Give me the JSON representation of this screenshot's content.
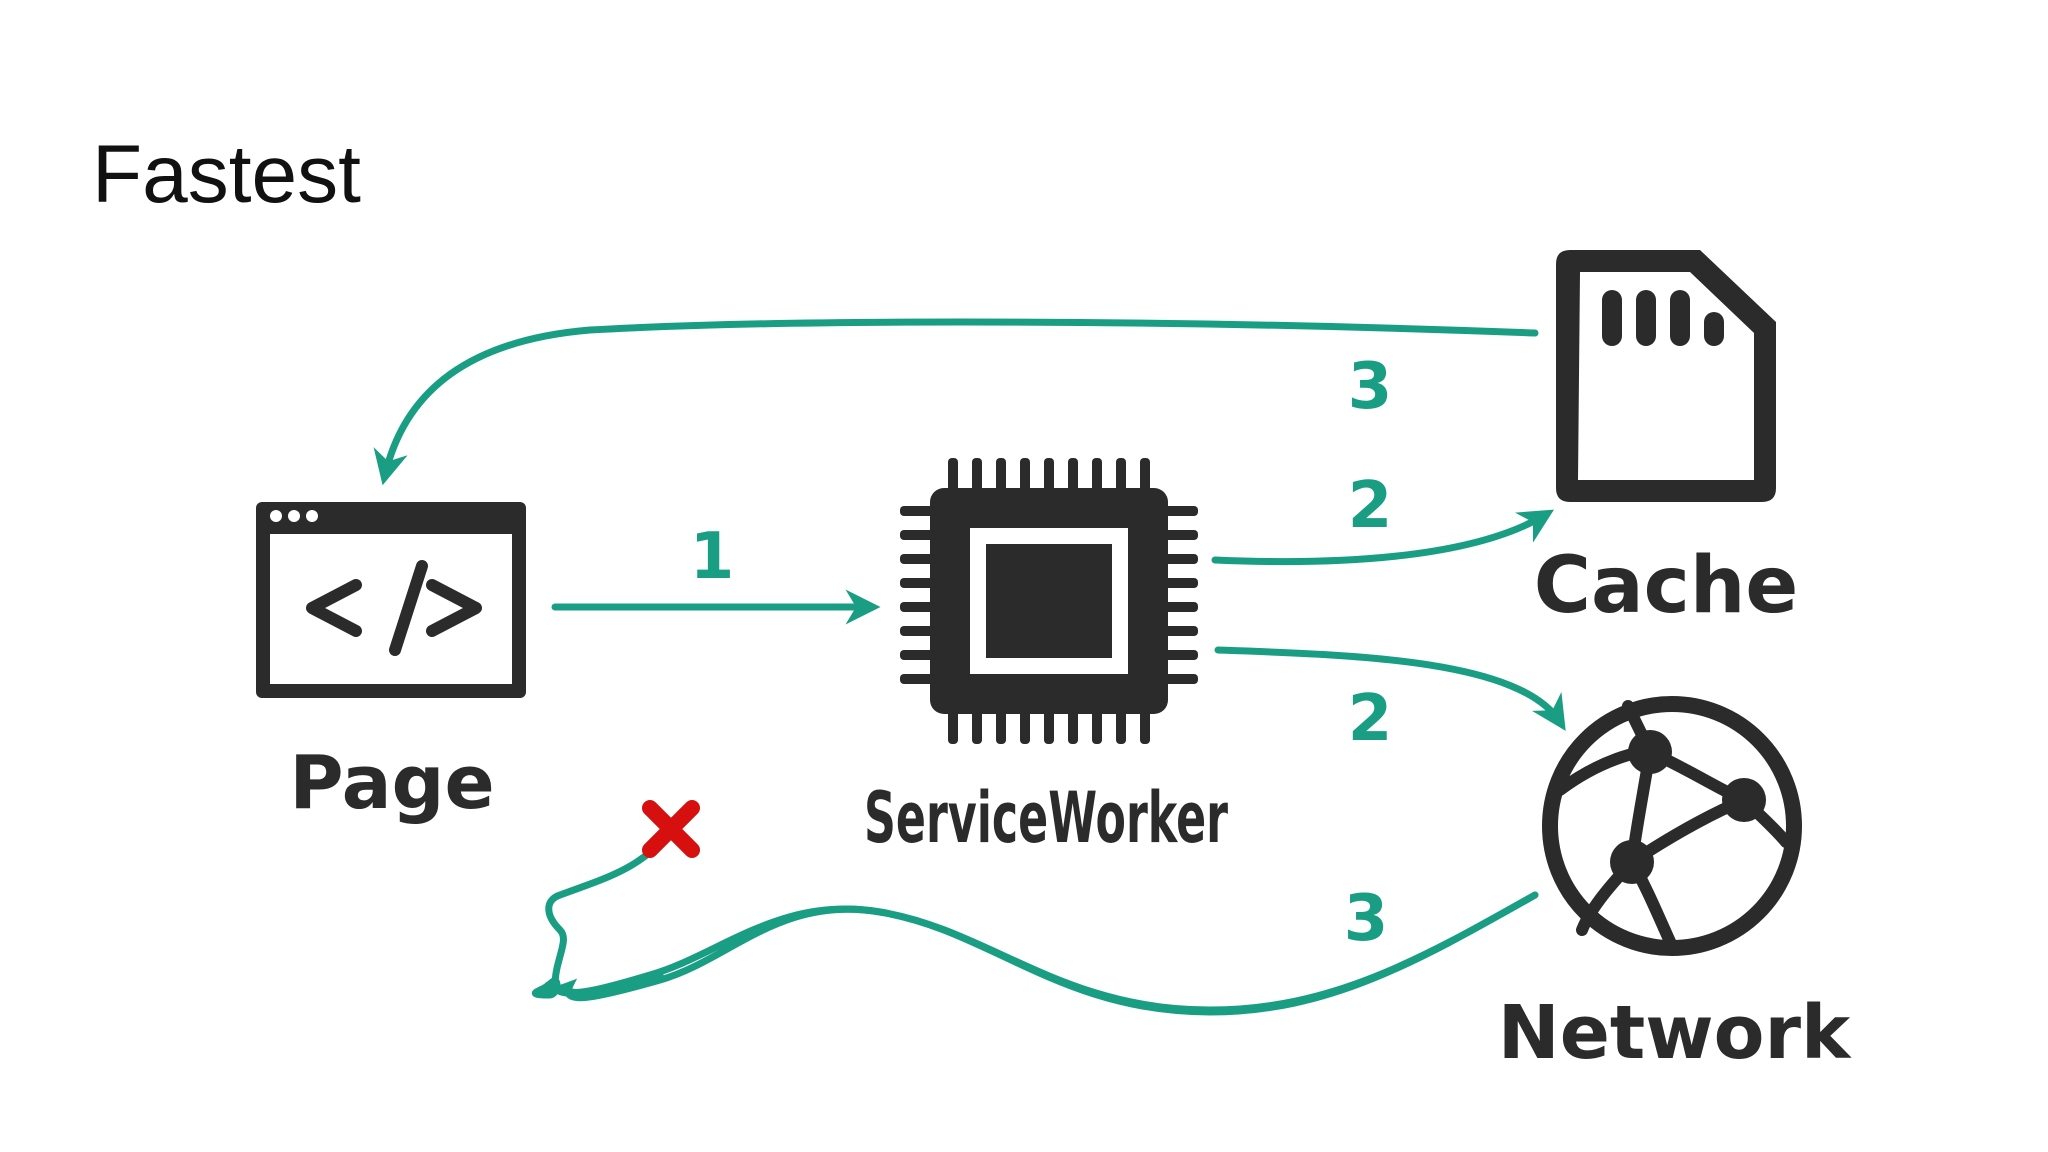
{
  "slide": {
    "title": "Fastest"
  },
  "nodes": {
    "page": {
      "label": "Page"
    },
    "service_worker": {
      "label": "ServiceWorker"
    },
    "cache": {
      "label": "Cache"
    },
    "network": {
      "label": "Network"
    }
  },
  "edges": {
    "page_to_sw": {
      "step": "1"
    },
    "sw_to_cache": {
      "step": "2"
    },
    "sw_to_network": {
      "step": "2"
    },
    "cache_to_page": {
      "step": "3"
    },
    "network_to_page": {
      "step": "3",
      "outcome": "discarded"
    }
  },
  "colors": {
    "arrow": "#1a9e83",
    "icon": "#2b2b2b",
    "cross": "#d60f0f"
  }
}
